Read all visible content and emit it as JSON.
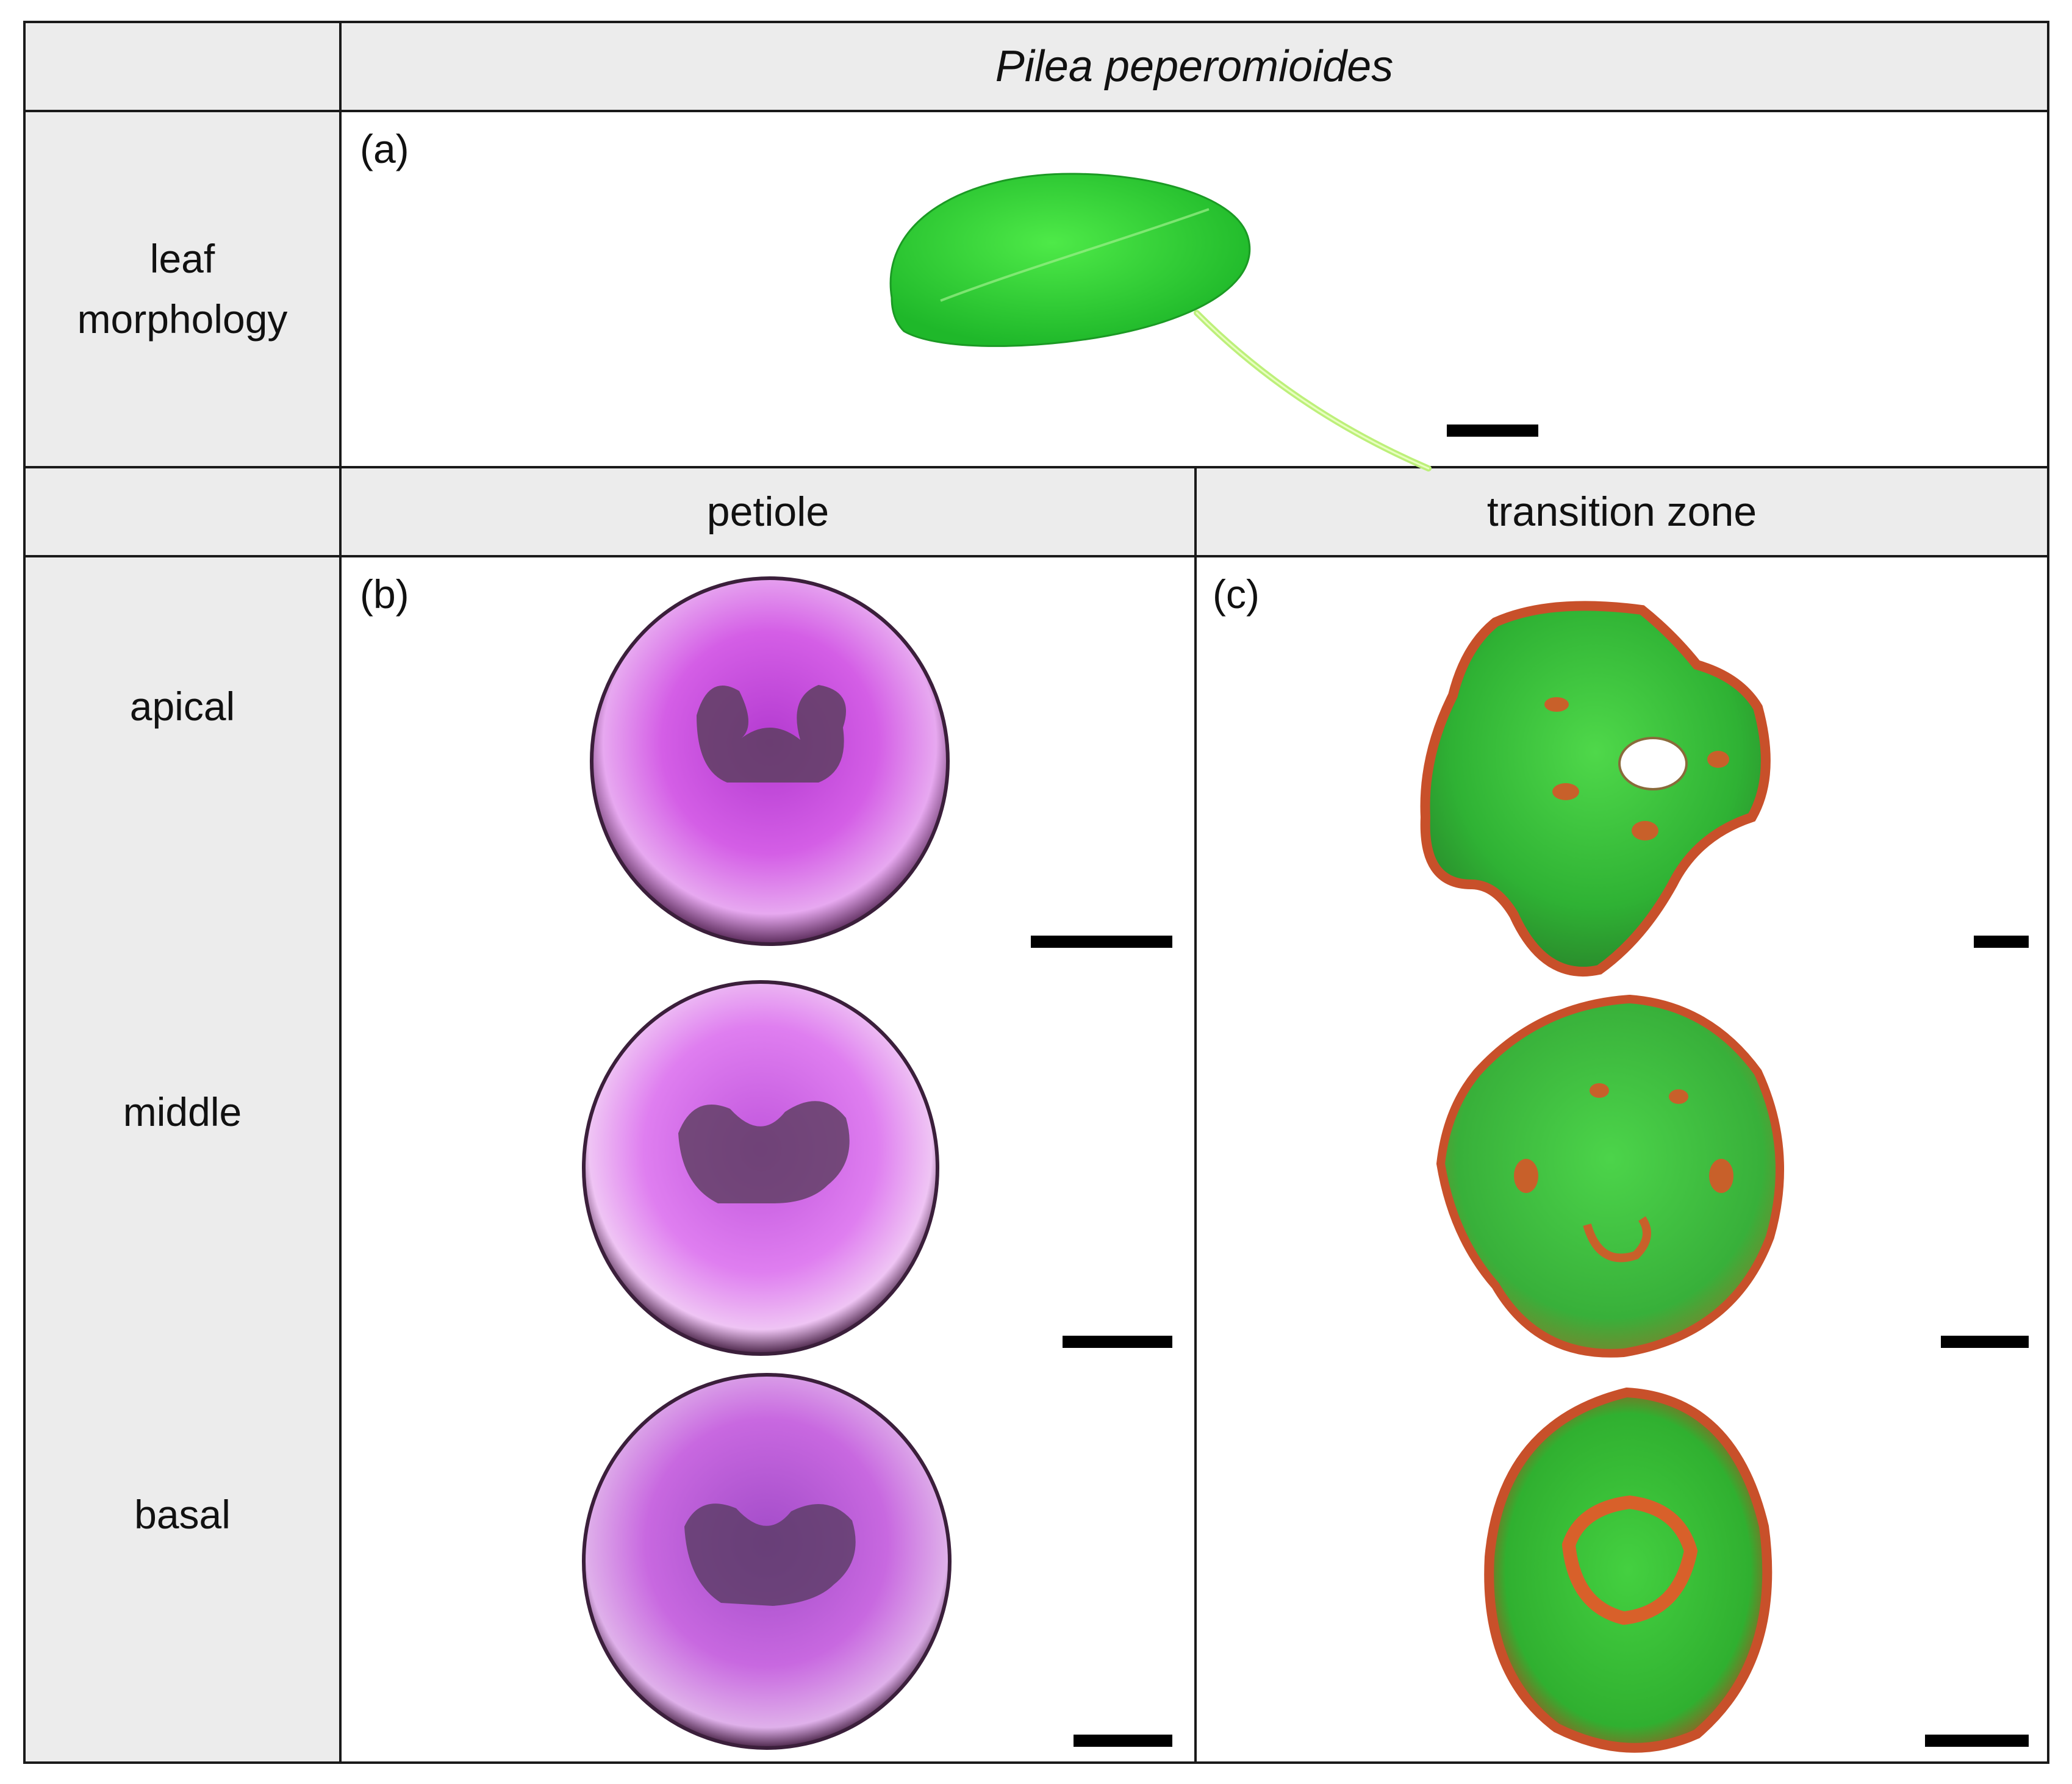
{
  "header": {
    "species": "Pilea peperomioides"
  },
  "rows": {
    "leaf_morphology": "leaf\nmorphology",
    "apical": "apical",
    "middle": "middle",
    "basal": "basal"
  },
  "columns": {
    "petiole": "petiole",
    "transition_zone": "transition zone"
  },
  "panels": {
    "a": "(a)",
    "b": "(b)",
    "c": "(c)"
  },
  "colors": {
    "leaf_green": "#34d63a",
    "petiole_section_purple": "#c04ad6",
    "transition_section_green": "#37c23a",
    "transition_section_rim": "#c8502a"
  }
}
